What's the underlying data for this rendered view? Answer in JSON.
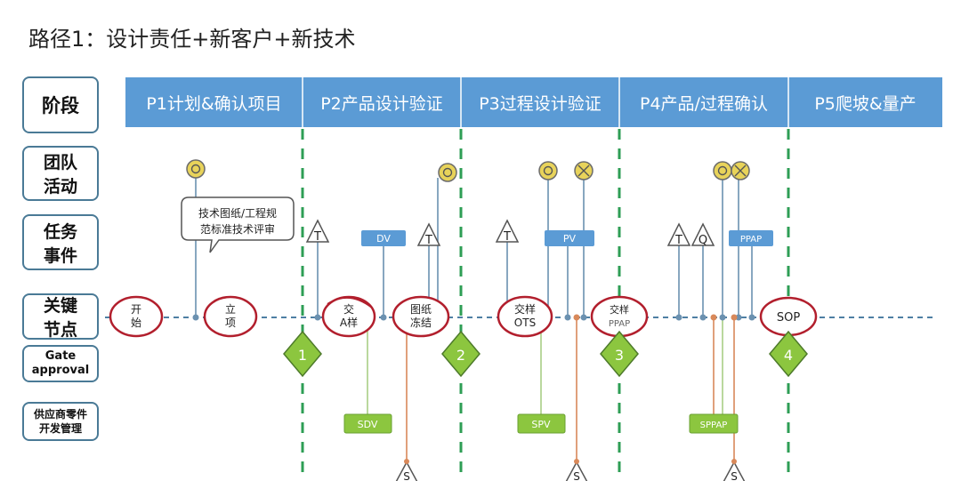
{
  "title": "路径1：设计责任+新客户+新技术",
  "rows": [
    {
      "label": "阶段"
    },
    {
      "label": "团队\n活动"
    },
    {
      "label": "任务\n事件"
    },
    {
      "label": "关键\n节点"
    },
    {
      "label": "Gate\napproval"
    },
    {
      "label": "供应商零件\n开发管理"
    }
  ],
  "phases": [
    {
      "label": "P1计划&确认项目"
    },
    {
      "label": "P2产品设计验证"
    },
    {
      "label": "P3过程设计验证"
    },
    {
      "label": "P4产品/过程确认"
    },
    {
      "label": "P5爬坡&量产"
    }
  ],
  "callout": {
    "line1": "技术图纸/工程规",
    "line2": "范标准技术评审"
  },
  "milestones": [
    {
      "line1": "开",
      "line2": "始"
    },
    {
      "line1": "立",
      "line2": "项"
    },
    {
      "line1": "交",
      "line2": "A样"
    },
    {
      "line1": "图纸",
      "line2": "冻结"
    },
    {
      "line1": "交样",
      "line2": "OTS"
    },
    {
      "line1": "交样",
      "line2": "PPAP"
    },
    {
      "line1": "SOP",
      "line2": ""
    }
  ],
  "gates": [
    "1",
    "2",
    "3",
    "4"
  ],
  "task_boxes": [
    "DV",
    "PV",
    "PPAP"
  ],
  "supplier_boxes": [
    "SDV",
    "SPV",
    "SPPAP"
  ],
  "symbols": {
    "triangle": "T",
    "triangle_q": "Q",
    "supplier": "S"
  },
  "colors": {
    "phase_bar": "#5b9bd5",
    "row_border": "#4a7a96",
    "milestone_border": "#b21f2d",
    "gate_fill": "#8cc63f",
    "task_box": "#5b9bd5",
    "supplier_box": "#8cc63f",
    "divider": "#2e9e55",
    "timeline": "#4e7fa3",
    "activity_circle": "#e8d35a",
    "supplier_line": "#d9895a"
  }
}
